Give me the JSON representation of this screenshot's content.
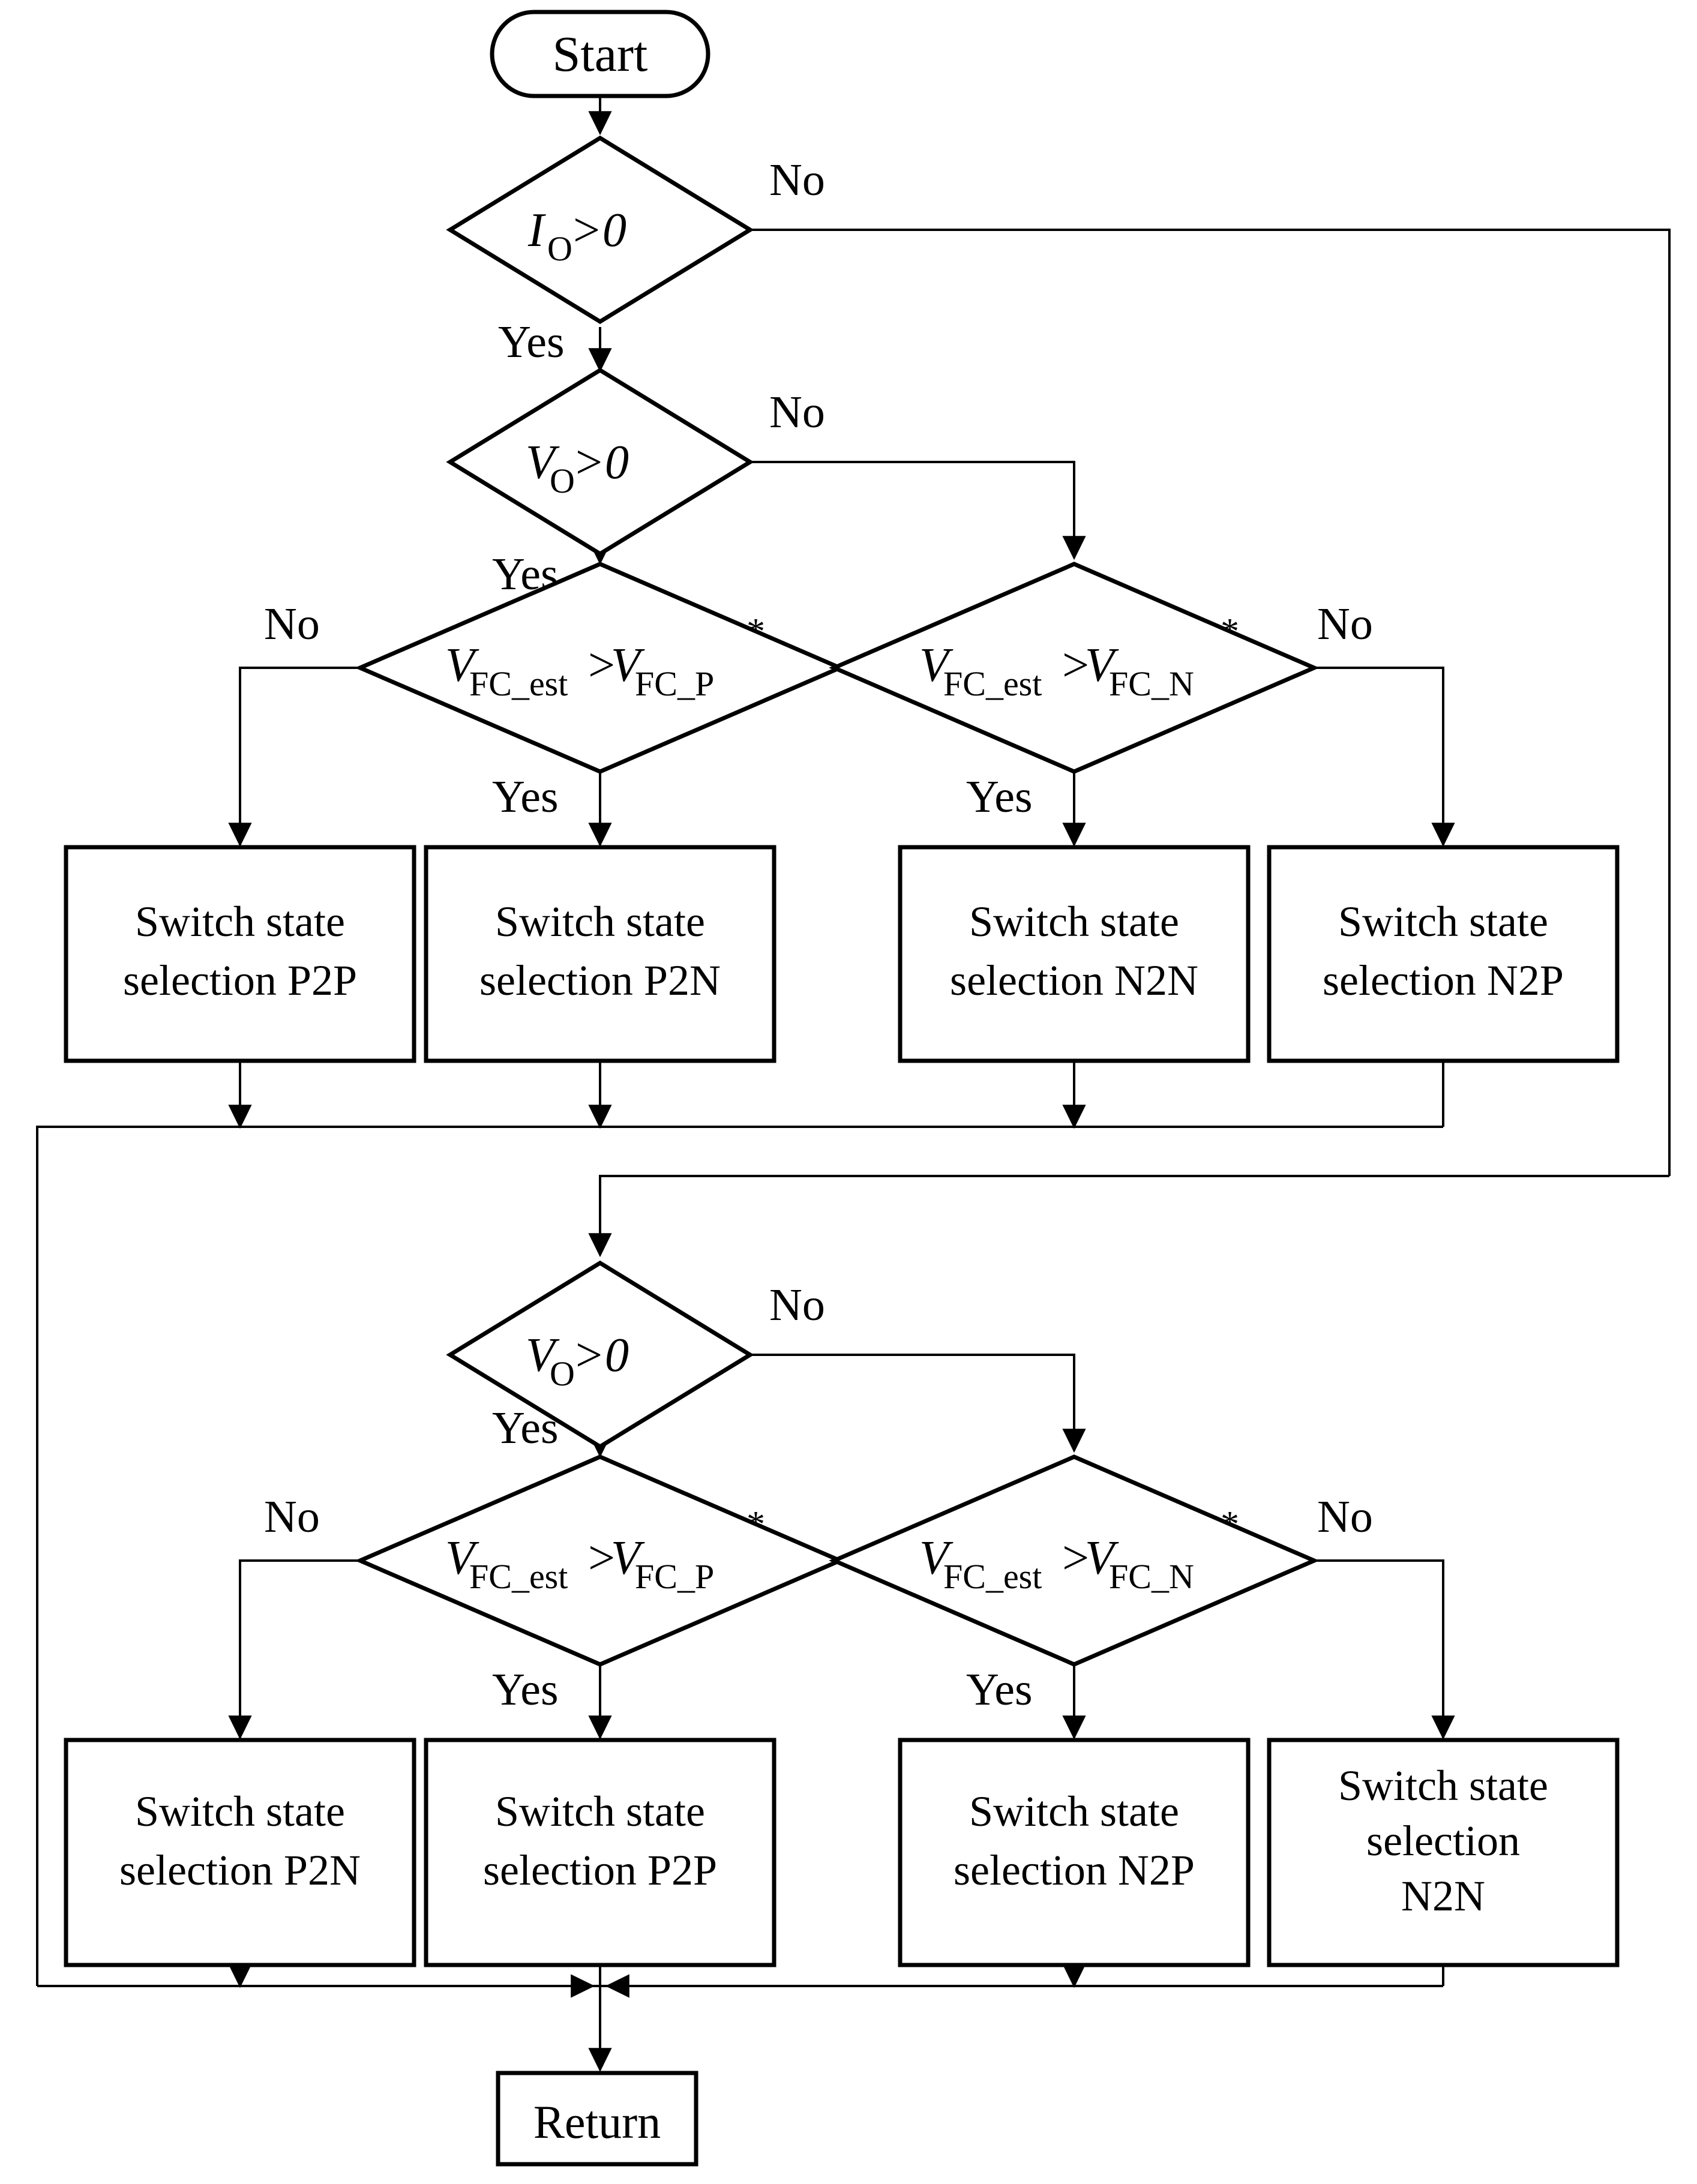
{
  "diagram": {
    "type": "flowchart",
    "title": "Switch state selection flowchart",
    "terminators": {
      "start": "Start",
      "return": "Return"
    },
    "labels": {
      "yes": "Yes",
      "no": "No"
    },
    "decisions": [
      {
        "id": "d-io",
        "var": "I",
        "sub": "O",
        "op": ">0",
        "rhs": "",
        "rhs_sub": "",
        "star": ""
      },
      {
        "id": "d-vo-top",
        "var": "V",
        "sub": "O",
        "op": ">0",
        "rhs": "",
        "rhs_sub": "",
        "star": ""
      },
      {
        "id": "d-fcp-top",
        "var": "V",
        "sub": "FC_est",
        "op": ">",
        "rhs": "V",
        "rhs_sub": "FC_P",
        "star": "*"
      },
      {
        "id": "d-fcn-top",
        "var": "V",
        "sub": "FC_est",
        "op": ">",
        "rhs": "V",
        "rhs_sub": "FC_N",
        "star": "*"
      },
      {
        "id": "d-vo-bot",
        "var": "V",
        "sub": "O",
        "op": ">0",
        "rhs": "",
        "rhs_sub": "",
        "star": ""
      },
      {
        "id": "d-fcp-bot",
        "var": "V",
        "sub": "FC_est",
        "op": ">",
        "rhs": "V",
        "rhs_sub": "FC_P",
        "star": "*"
      },
      {
        "id": "d-fcn-bot",
        "var": "V",
        "sub": "FC_est",
        "op": ">",
        "rhs": "V",
        "rhs_sub": "FC_N",
        "star": "*"
      }
    ],
    "processes": [
      {
        "id": "p-top-1",
        "lines": [
          "Switch state",
          "selection P2P"
        ]
      },
      {
        "id": "p-top-2",
        "lines": [
          "Switch state",
          "selection P2N"
        ]
      },
      {
        "id": "p-top-3",
        "lines": [
          "Switch state",
          "selection N2N"
        ]
      },
      {
        "id": "p-top-4",
        "lines": [
          "Switch state",
          "selection N2P"
        ]
      },
      {
        "id": "p-bot-1",
        "lines": [
          "Switch state",
          "selection P2N"
        ]
      },
      {
        "id": "p-bot-2",
        "lines": [
          "Switch state",
          "selection P2P"
        ]
      },
      {
        "id": "p-bot-3",
        "lines": [
          "Switch state",
          "selection N2P"
        ]
      },
      {
        "id": "p-bot-4",
        "lines": [
          "Switch state",
          "selection",
          "N2N"
        ]
      }
    ],
    "edge_labels": {
      "io_no": "No",
      "io_yes": "Yes",
      "vo_top_no": "No",
      "vo_top_yes": "Yes",
      "fcp_top_no": "No",
      "fcp_top_yes": "Yes",
      "fcn_top_no": "No",
      "fcn_top_yes": "Yes",
      "vo_bot_no": "No",
      "vo_bot_yes": "Yes",
      "fcp_bot_no": "No",
      "fcp_bot_yes": "Yes",
      "fcn_bot_no": "No",
      "fcn_bot_yes": "Yes"
    },
    "colors": {
      "stroke": "#000000",
      "fill": "#ffffff",
      "background": "#ffffff"
    }
  }
}
